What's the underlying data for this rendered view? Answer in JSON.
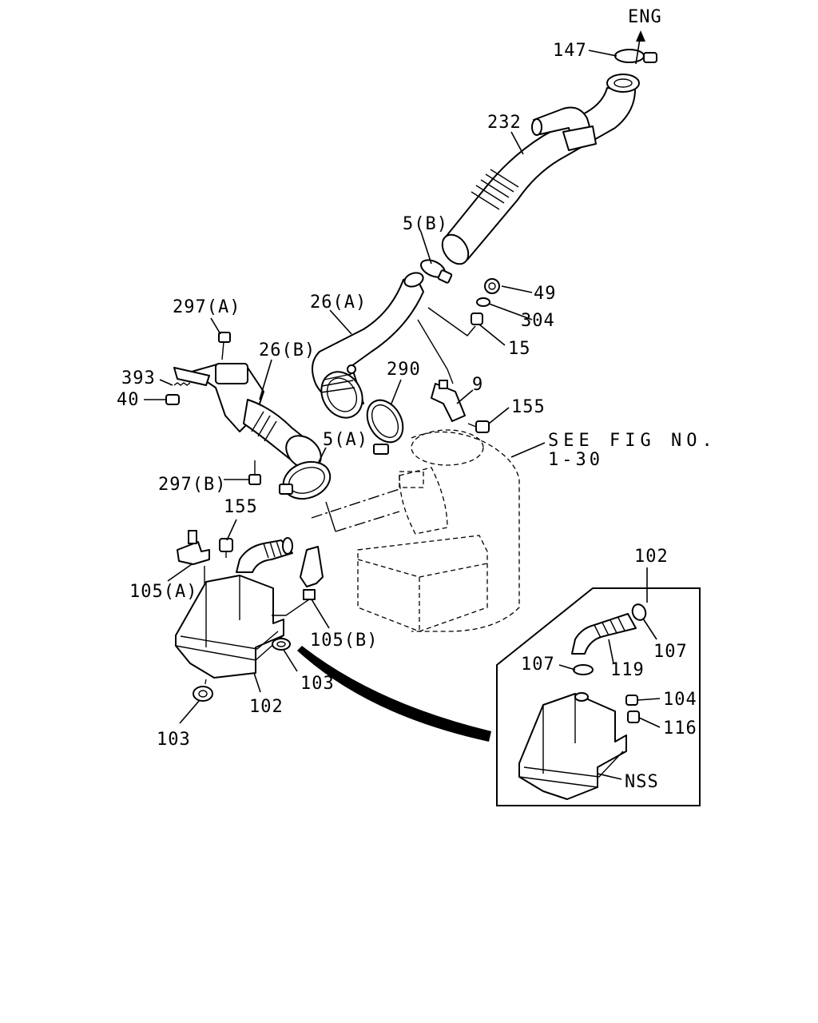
{
  "labels": {
    "eng": "ENG",
    "p147": "147",
    "p232": "232",
    "p5b": "5(B)",
    "p49": "49",
    "p304": "304",
    "p15": "15",
    "p26a": "26(A)",
    "p297a": "297(A)",
    "p26b": "26(B)",
    "p393": "393",
    "p40": "40",
    "p290": "290",
    "p9": "9",
    "p155_right": "155",
    "p5a": "5(A)",
    "see_fig_line1": "SEE FIG NO.",
    "see_fig_line2": "1-30",
    "p297b": "297(B)",
    "p155_left": "155",
    "p105a": "105(A)",
    "p105b": "105(B)",
    "p103_mid": "103",
    "p102_main": "102",
    "p103_bottom": "103",
    "inset_102": "102",
    "inset_107_right": "107",
    "inset_107_left": "107",
    "inset_119": "119",
    "inset_104": "104",
    "inset_116": "116",
    "inset_nss": "NSS"
  }
}
